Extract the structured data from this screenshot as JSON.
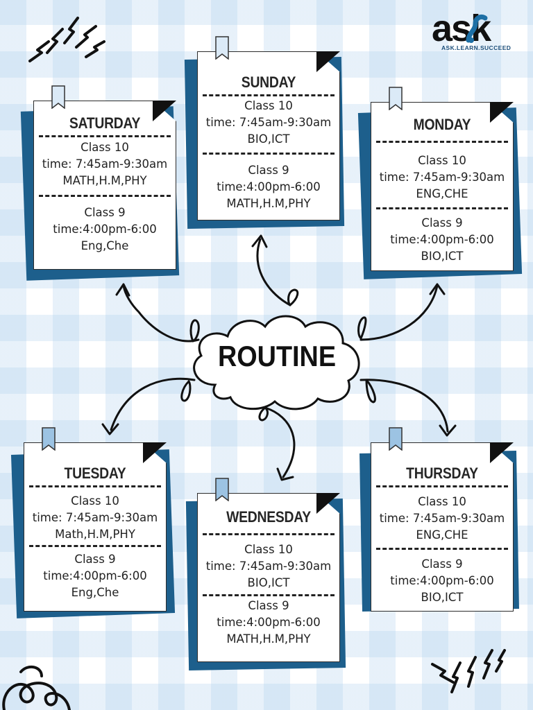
{
  "center_label": "ROUTINE",
  "logo": {
    "word": "ask",
    "tagline": "ASK.LEARN.SUCCEED"
  },
  "days": [
    {
      "name": "SATURDAY",
      "class10": {
        "class": "Class 10",
        "time": "time: 7:45am-9:30am",
        "subjects": "MATH,H.M,PHY"
      },
      "class9": {
        "class": "Class 9",
        "time": "time:4:00pm-6:00",
        "subjects": "Eng,Che"
      }
    },
    {
      "name": "SUNDAY",
      "class10": {
        "class": "Class 10",
        "time": "time: 7:45am-9:30am",
        "subjects": "BIO,ICT"
      },
      "class9": {
        "class": "Class 9",
        "time": "time:4:00pm-6:00",
        "subjects": "MATH,H.M,PHY"
      }
    },
    {
      "name": "MONDAY",
      "class10": {
        "class": "Class 10",
        "time": "time: 7:45am-9:30am",
        "subjects": "ENG,CHE"
      },
      "class9": {
        "class": "Class 9",
        "time": "time:4:00pm-6:00",
        "subjects": "BIO,ICT"
      }
    },
    {
      "name": "TUESDAY",
      "class10": {
        "class": "Class 10",
        "time": "time: 7:45am-9:30am",
        "subjects": "Math,H.M,PHY"
      },
      "class9": {
        "class": "Class 9",
        "time": "time:4:00pm-6:00",
        "subjects": "Eng,Che"
      }
    },
    {
      "name": "WEDNESDAY",
      "class10": {
        "class": "Class 10",
        "time": "time: 7:45am-9:30am",
        "subjects": "BIO,ICT"
      },
      "class9": {
        "class": "Class 9",
        "time": "time:4:00pm-6:00",
        "subjects": "MATH,H.M,PHY"
      }
    },
    {
      "name": "THURSDAY",
      "class10": {
        "class": "Class 10",
        "time": "time: 7:45am-9:30am",
        "subjects": "ENG,CHE"
      },
      "class9": {
        "class": "Class 9",
        "time": "time:4:00pm-6:00",
        "subjects": "BIO,ICT"
      }
    }
  ],
  "colors": {
    "shadow": "#1d5f8c",
    "tab_light": "#dbeaf7",
    "tab_mid": "#9cc3e3",
    "ink": "#111111",
    "grid": "#d6e6f4"
  }
}
